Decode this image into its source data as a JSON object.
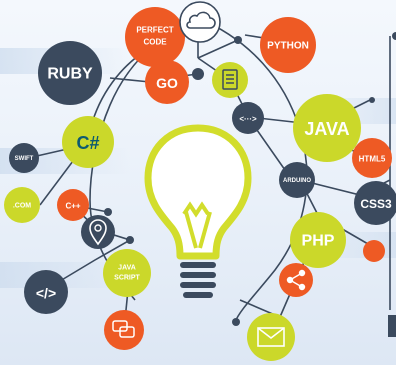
{
  "labels": {
    "ruby": "RUBY",
    "perfect_code_1": "PERFECT",
    "perfect_code_2": "CODE",
    "go": "GO",
    "python": "PYTHON",
    "csharp": "C#",
    "java": "JAVA",
    "html5": "HTML5",
    "swift": "SWIFT",
    "arduino": "ARDUINO",
    "css3": "CSS3",
    "dotcom": ".COM",
    "cpp": "C++",
    "php": "PHP",
    "javascript_1": "JAVA",
    "javascript_2": "SCRIPT",
    "code_tag": "</>",
    "arrows": "<···>"
  },
  "icons": [
    "cloud-icon",
    "document-icon",
    "location-pin-icon",
    "share-icon",
    "chat-bubbles-icon",
    "envelope-icon",
    "lightbulb-icon",
    "code-brackets-icon"
  ],
  "colors": {
    "navy": "#3b4a5e",
    "orange": "#ee5a24",
    "lime": "#cbd82a",
    "bulb": "#d2dd2c",
    "line": "#3b4a5e"
  }
}
